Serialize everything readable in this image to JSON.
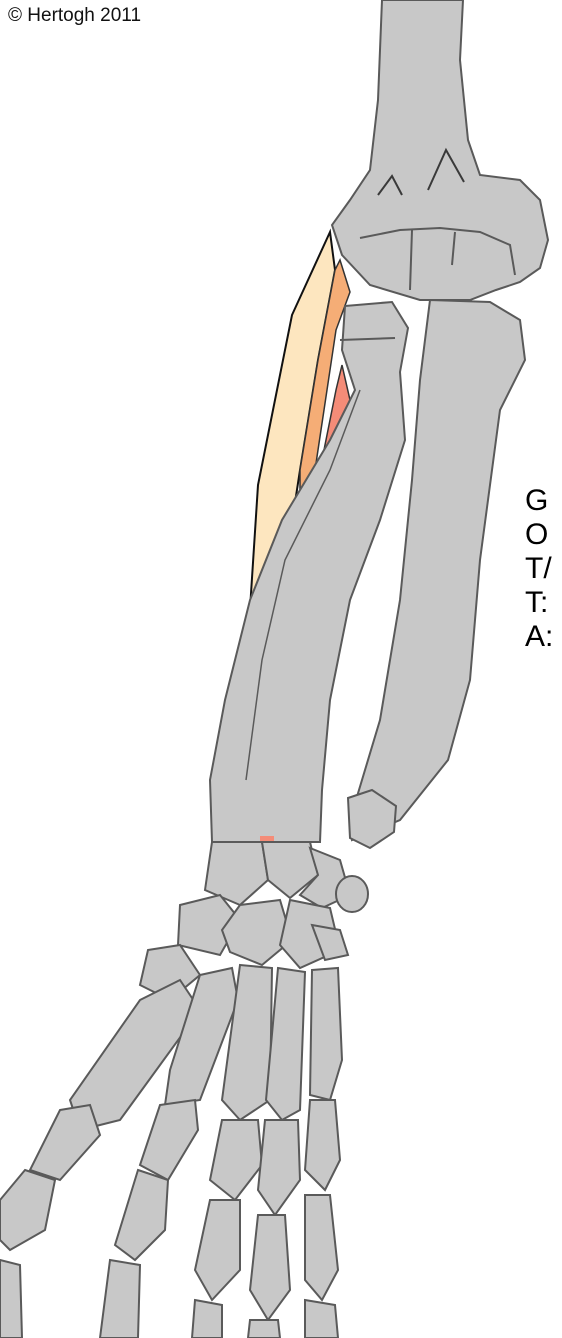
{
  "copyright": "© Hertogh 2011",
  "labels": [
    "G",
    "O",
    "T/",
    "T:",
    "A:"
  ],
  "colors": {
    "bone_fill": "#c8c8c8",
    "bone_outline": "#5a5a5a",
    "muscle_outer": "#fde6bf",
    "muscle_mid": "#f5ad76",
    "muscle_inner": "#f48c78"
  },
  "icons": [
    "forearm-skeleton-illustration",
    "hand-bones-illustration"
  ]
}
